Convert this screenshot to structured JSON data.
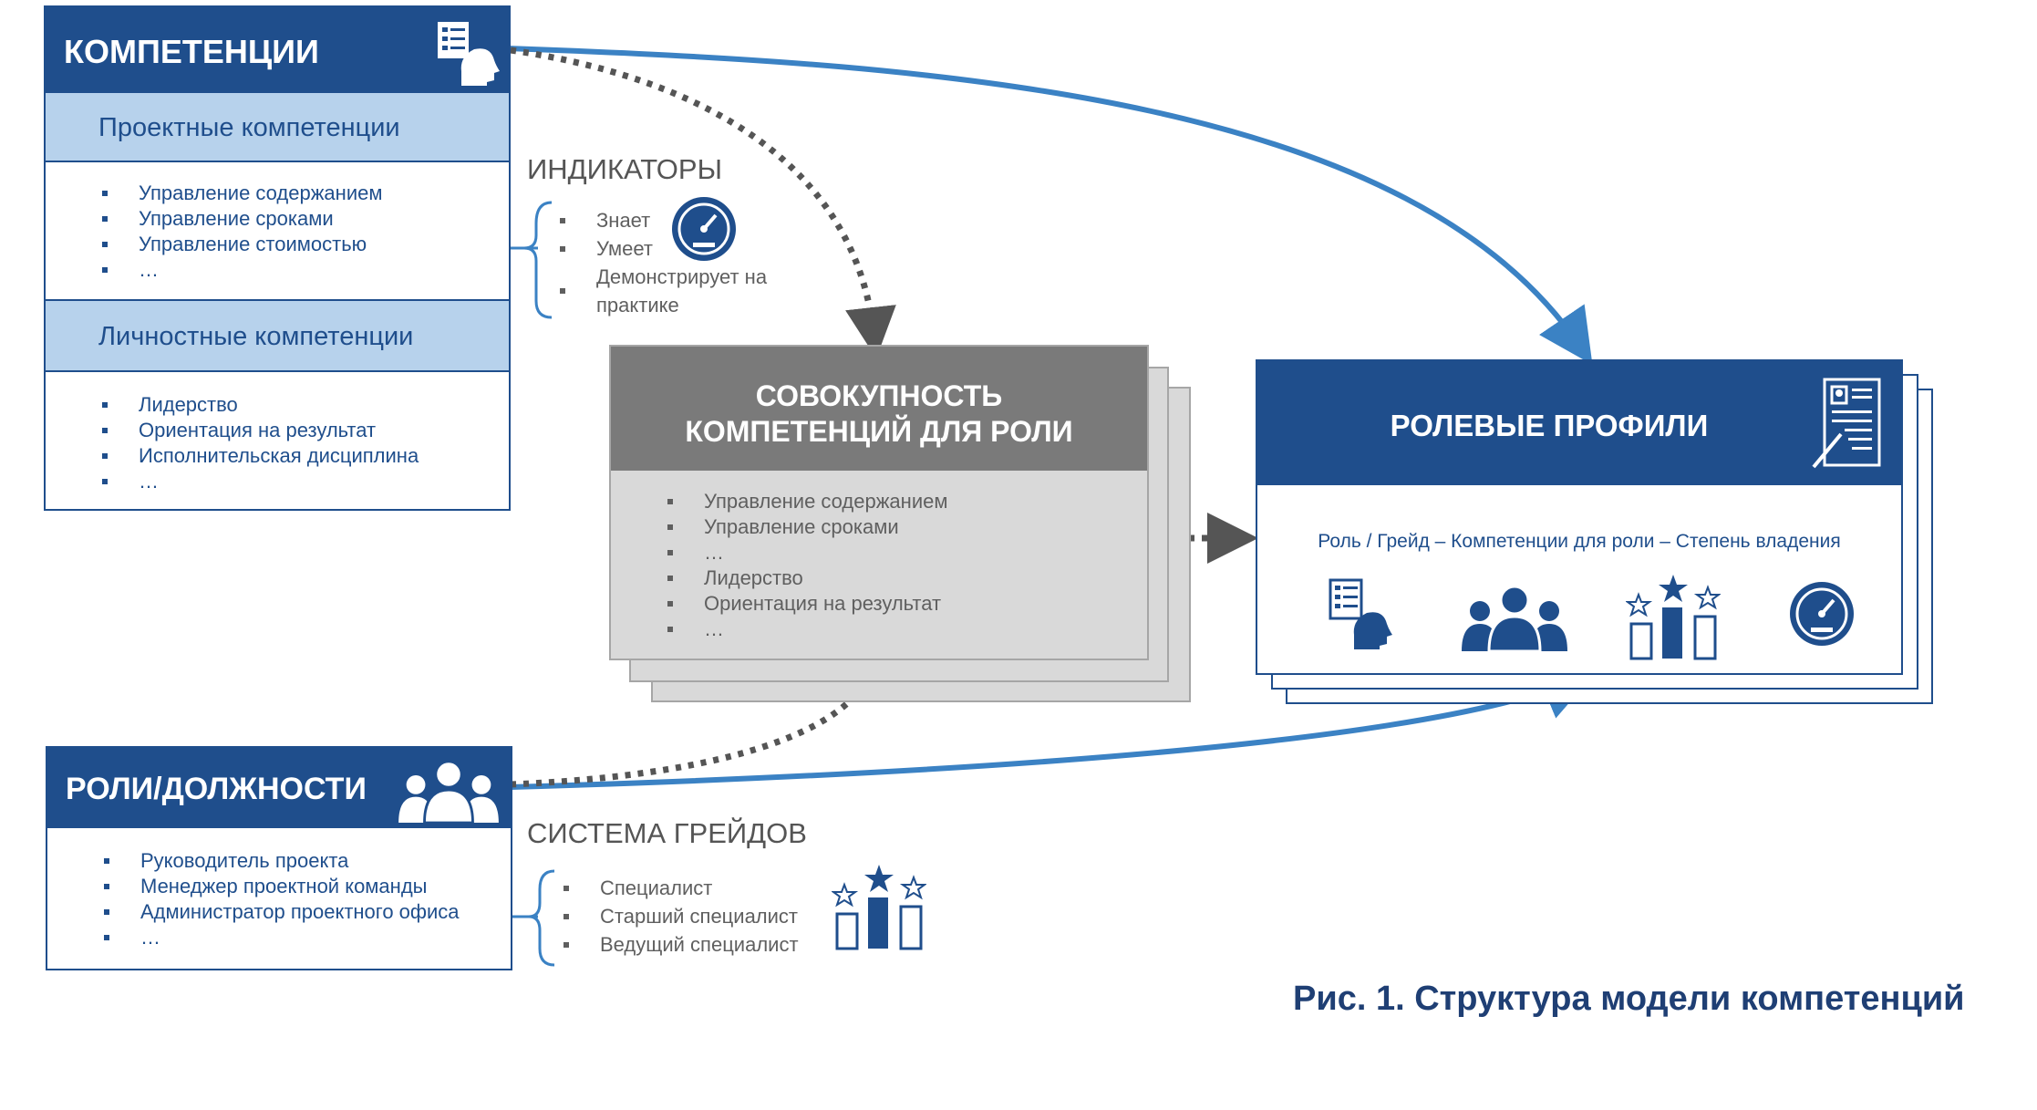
{
  "competencies": {
    "title": "КОМПЕТЕНЦИИ",
    "project_header": "Проектные компетенции",
    "project_items": [
      "Управление содержанием",
      "Управление сроками",
      "Управление стоимостью",
      "…"
    ],
    "personal_header": "Личностные компетенции",
    "personal_items": [
      "Лидерство",
      "Ориентация на результат",
      "Исполнительская дисциплина",
      "…"
    ],
    "icon": "checklist-person-icon"
  },
  "indicators": {
    "title": "ИНДИКАТОРЫ",
    "items": [
      "Знает",
      "Умеет",
      "Демонстрирует на практике"
    ],
    "icon": "gauge-icon"
  },
  "role_set": {
    "title_line1": "СОВОКУПНОСТЬ",
    "title_line2": "КОМПЕТЕНЦИЙ ДЛЯ РОЛИ",
    "items": [
      "Управление содержанием",
      "Управление сроками",
      "…",
      "Лидерство",
      "Ориентация на результат",
      "…"
    ]
  },
  "role_profiles": {
    "title": "РОЛЕВЫЕ ПРОФИЛИ",
    "formula": "Роль / Грейд – Компетенции для роли – Степень владения",
    "icons": [
      "checklist-person-icon",
      "people-group-icon",
      "grade-bars-icon",
      "gauge-icon",
      "profile-document-icon"
    ]
  },
  "roles": {
    "title": "РОЛИ/ДОЛЖНОСТИ",
    "items": [
      "Руководитель проекта",
      "Менеджер проектной команды",
      "Администратор проектного офиса",
      "…"
    ],
    "icon": "people-group-icon"
  },
  "grades": {
    "title": "СИСТЕМА ГРЕЙДОВ",
    "items": [
      "Специалист",
      "Старший специалист",
      "Ведущий специалист"
    ],
    "icon": "grade-bars-icon"
  },
  "caption": "Рис. 1. Структура модели компетенций",
  "colors": {
    "primary_dark_blue": "#1f4e8c",
    "light_blue": "#b7d2ec",
    "arrow_blue": "#3b82c4",
    "gray_header": "#7a7a7a",
    "gray_body": "#d9d9d9"
  }
}
